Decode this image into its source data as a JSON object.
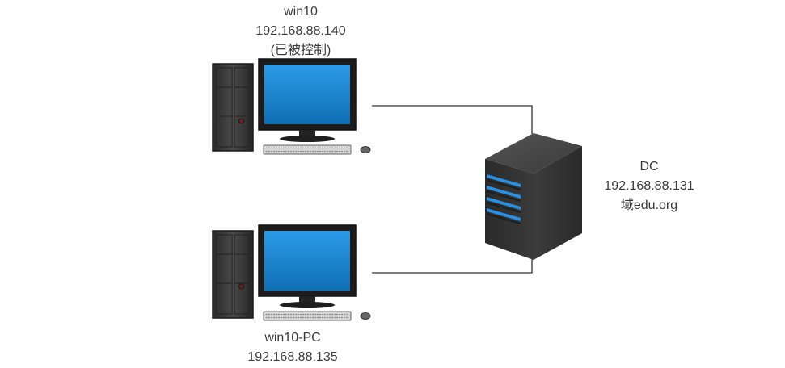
{
  "nodes": {
    "win10": {
      "name": "win10",
      "ip": "192.168.88.140",
      "note": "(已被控制)"
    },
    "win10pc": {
      "name": "win10-PC",
      "ip": "192.168.88.135"
    },
    "dc": {
      "name": "DC",
      "ip": "192.168.88.131",
      "domain": "域edu.org"
    }
  },
  "colors": {
    "tower": "#3a3a3a",
    "monitor_frame": "#1c1c1c",
    "screen": "#1a86d0",
    "server_body": "#2e2e2e",
    "server_led": "#2a8fe0",
    "link": "#333333"
  }
}
